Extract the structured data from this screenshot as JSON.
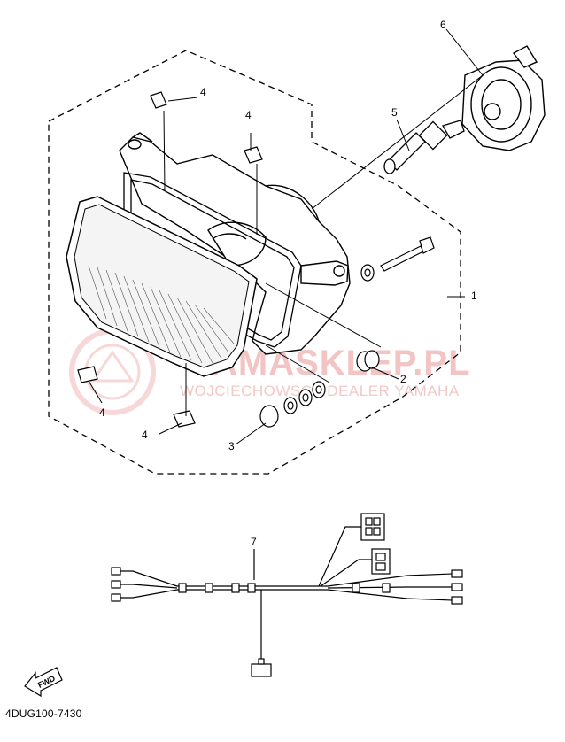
{
  "diagram": {
    "callouts": [
      "1",
      "2",
      "3",
      "4",
      "4",
      "4",
      "4",
      "5",
      "6",
      "7"
    ],
    "part_code": "4DUG100-7430",
    "fwd_label": "FWD"
  },
  "watermark": {
    "title": "YAMASKLEP.PL",
    "subtitle": "WOJCIECHOWSCY DEALER YAMAHA"
  },
  "colors": {
    "line": "#000000",
    "watermark": "#f2c4c4"
  }
}
